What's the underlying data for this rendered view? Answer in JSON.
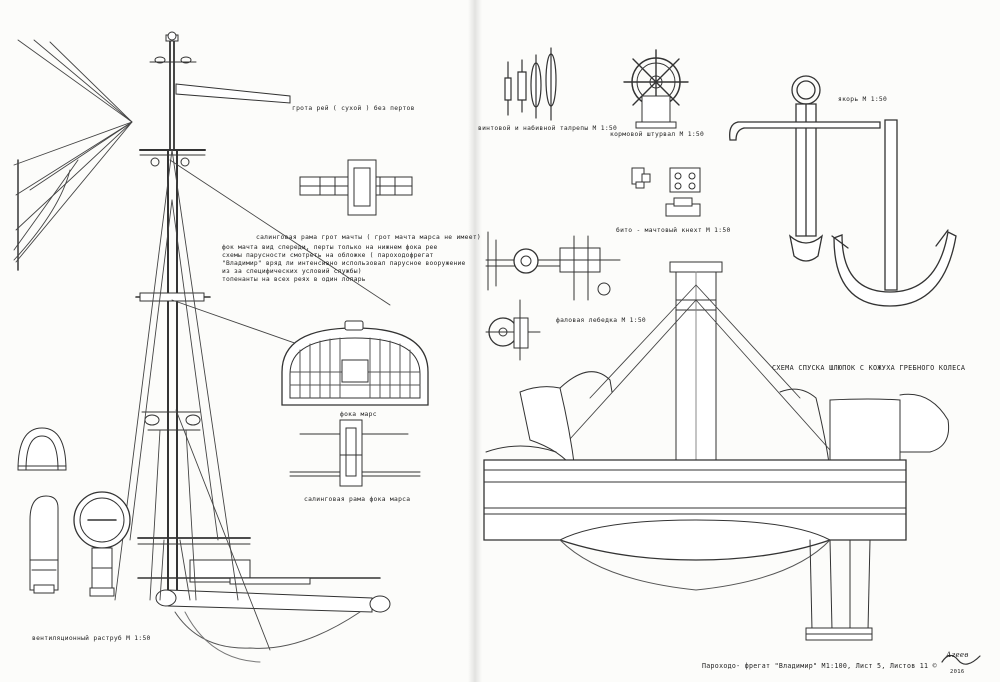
{
  "labels": {
    "grota_rey": "грота рей ( сухой ) без пертов",
    "saling_grot": "салинговая рама грот мачты ( грот мачта марса не имеет)",
    "fok_mars": "фока марс",
    "saling_fok": "салинговая рама фока марса",
    "vent": "вентиляционный раструб М 1:50",
    "talrepy": "винтовой и набивной талрепы М 1:50",
    "shturval": "кормовой штурвал М 1:50",
    "yakor": "якорь М 1:50",
    "bito": "бито - мачтовый кнехт М 1:50",
    "lebedka": "фаловая лебедка М 1:50",
    "skhema": "СХЕМА СПУСКА ШЛЮПОК С КОЖУХА ГРЕБНОГО КОЛЕСА",
    "footer": "Пароходо- фрегат \"Владимир\" М1:100, Лист 5, Листов 11 ©"
  },
  "note_lines": [
    "фок мачта вид спереди, перты только на нижнем фока рее",
    "схемы парусности смотреть на обложке ( пароходофрегат",
    "\"Владимир\" вряд ли интенсивно использовал парусное вооружение",
    "из за специфических условий службы)",
    "топенанты на всех реях в один лопарь"
  ],
  "signature": {
    "name": "Агеев",
    "year": "2016"
  }
}
